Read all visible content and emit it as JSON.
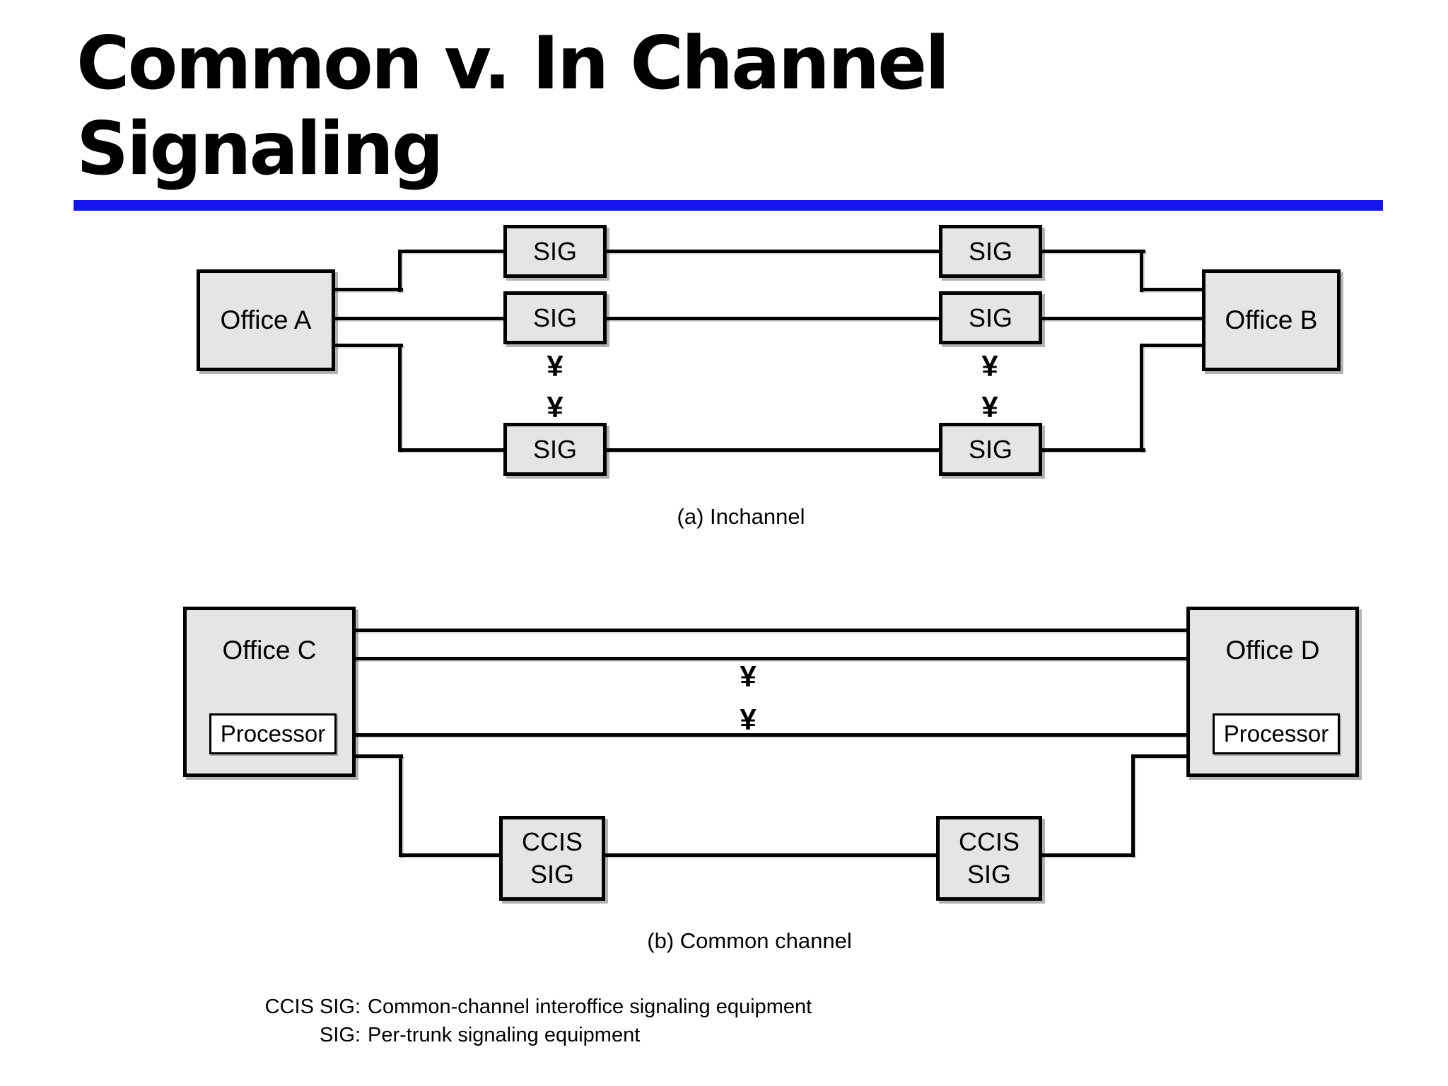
{
  "slide": {
    "title_line1": "Common v. In Channel",
    "title_line2": "Signaling"
  },
  "colors": {
    "accent_rule": "#1313ee",
    "box_fill": "#e5e5e5",
    "line": "#000000"
  },
  "diagram_a": {
    "caption": "(a) Inchannel",
    "office_left": "Office A",
    "office_right": "Office B",
    "sig_label": "SIG",
    "continuation_symbol": "¥"
  },
  "diagram_b": {
    "caption": "(b) Common channel",
    "office_left": "Office C",
    "office_right": "Office D",
    "processor_label": "Processor",
    "ccis_label_line1": "CCIS",
    "ccis_label_line2": "SIG",
    "continuation_symbol": "¥"
  },
  "legend": {
    "rows": [
      {
        "term": "CCIS SIG:",
        "definition": "Common-channel interoffice signaling equipment"
      },
      {
        "term": "SIG:",
        "definition": "Per-trunk signaling equipment"
      }
    ]
  }
}
